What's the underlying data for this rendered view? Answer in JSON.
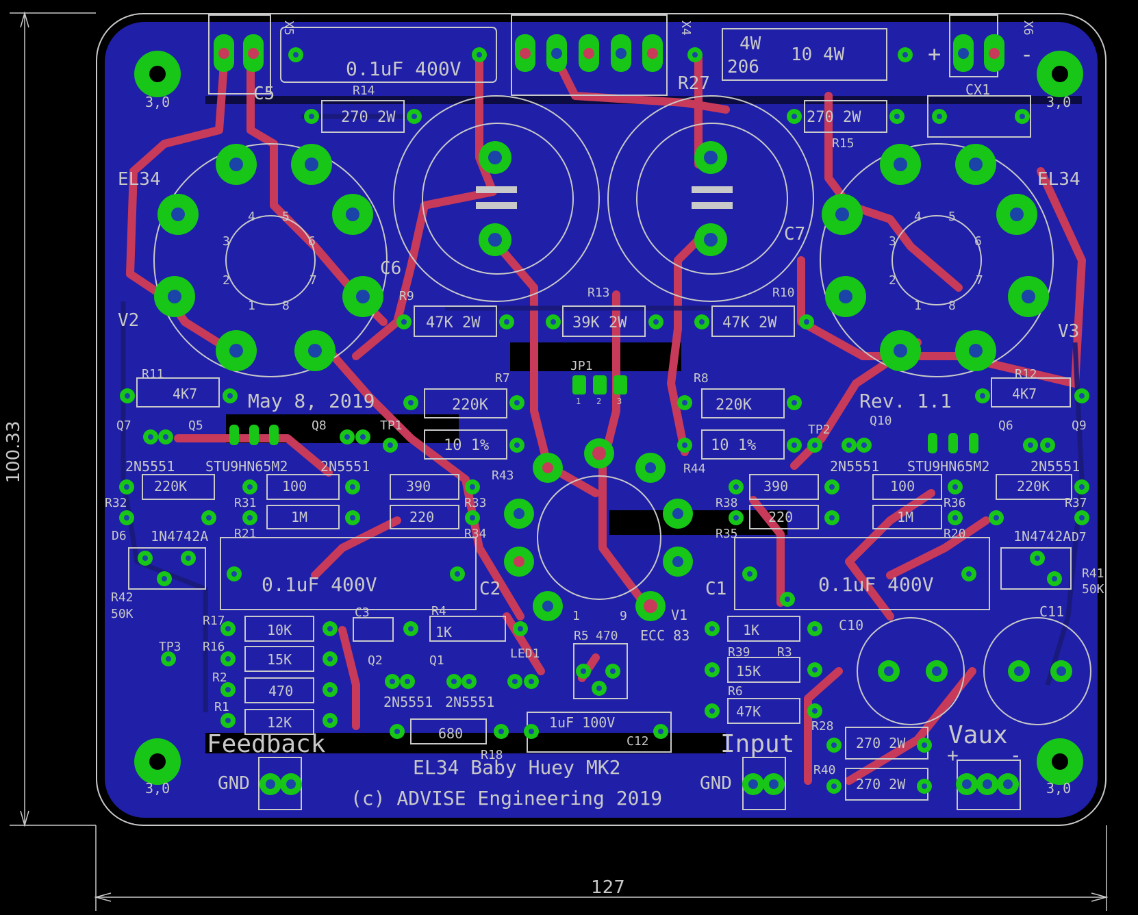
{
  "board": {
    "colors": {
      "background": "#000000",
      "board": "#1f1fa8",
      "trace": "#c83a5a",
      "pad": "#17c617",
      "via": "#1a44a8",
      "silk": "#c9c9c9",
      "dim": "#c9c9c9"
    },
    "dimensions": {
      "width": "127",
      "height": "100.33"
    },
    "titles": {
      "project": "EL34 Baby Huey MK2",
      "copyright": "(c) ADVISE Engineering 2019",
      "date": "May 8, 2019",
      "revision": "Rev. 1.1",
      "feedback": "Feedback",
      "input": "Input",
      "vaux": "Vaux",
      "gnd_left": "GND",
      "gnd_right": "GND",
      "plus": "+",
      "minus": "-"
    },
    "mount_label": "3,0",
    "tubes": {
      "left_type": "EL34",
      "left_ref": "V2",
      "right_type": "EL34",
      "right_ref": "V3",
      "center_ref": "V1",
      "center_type": "ECC 83",
      "pin_numbers": [
        "1",
        "2",
        "3",
        "4",
        "5",
        "6",
        "7",
        "8"
      ],
      "center_pins": [
        "1",
        "9"
      ]
    },
    "capacitors": {
      "c5_value": "0.1uF 400V",
      "c5_ref": "C5",
      "c2_value": "0.1uF 400V",
      "c2_ref": "C2",
      "c1_value": "0.1uF 400V",
      "c1_ref": "C1",
      "c12_value": "1uF 100V",
      "c12_ref": "C12",
      "c6_ref": "C6",
      "c7_ref": "C7",
      "c3_ref": "C3",
      "c10_ref": "C10",
      "c11_ref": "C11",
      "cx1_ref": "CX1"
    },
    "connectors": {
      "x5": "X5",
      "x4": "X4",
      "x6": "X6",
      "jp1": "JP1",
      "jp_pins": [
        "1",
        "2",
        "3"
      ]
    },
    "r27": {
      "ref": "R27",
      "line1": "4W",
      "line2": "206",
      "value": "10 4W"
    },
    "resistors": [
      {
        "ref": "R14",
        "value": "270 2W"
      },
      {
        "ref": "R15",
        "value": "270 2W"
      },
      {
        "ref": "R9",
        "value": "47K 2W"
      },
      {
        "ref": "R13",
        "value": "39K 2W"
      },
      {
        "ref": "R10",
        "value": "47K 2W"
      },
      {
        "ref": "R11",
        "value": "4K7"
      },
      {
        "ref": "R12",
        "value": "4K7"
      },
      {
        "ref": "R7",
        "value": "220K"
      },
      {
        "ref": "R8",
        "value": "220K"
      },
      {
        "ref": "R43",
        "value": "10 1%"
      },
      {
        "ref": "R44",
        "value": "10 1%"
      },
      {
        "ref": "R32",
        "value": "220K"
      },
      {
        "ref": "R31",
        "value": "100"
      },
      {
        "ref": "R33",
        "value": "390"
      },
      {
        "ref": "R21",
        "value": "1M"
      },
      {
        "ref": "R34",
        "value": "220"
      },
      {
        "ref": "R38",
        "value": "390"
      },
      {
        "ref": "R36",
        "value": "100"
      },
      {
        "ref": "R37",
        "value": "220K"
      },
      {
        "ref": "R35",
        "value": "220"
      },
      {
        "ref": "R20",
        "value": "1M"
      },
      {
        "ref": "R17",
        "value": "10K"
      },
      {
        "ref": "R16",
        "value": "15K"
      },
      {
        "ref": "R2",
        "value": "470"
      },
      {
        "ref": "R1",
        "value": "12K"
      },
      {
        "ref": "R4",
        "value": "1K"
      },
      {
        "ref": "R18",
        "value": "680"
      },
      {
        "ref": "R39",
        "value": "1K"
      },
      {
        "ref": "R3",
        "value": "15K"
      },
      {
        "ref": "R6",
        "value": "47K"
      },
      {
        "ref": "R28",
        "value": "270 2W"
      },
      {
        "ref": "R40",
        "value": "270 2W"
      }
    ],
    "semis": {
      "q7": "Q7",
      "q5": "Q5",
      "q8": "Q8",
      "q10": "Q10",
      "q6": "Q6",
      "q9": "Q9",
      "q2": "Q2",
      "q1": "Q1",
      "bjt": "2N5551",
      "mosfet": "STU9HN65M2",
      "d6": "D6",
      "d7": "D7",
      "zener": "1N4742A",
      "led1": "LED1",
      "r5": "R5",
      "r5_value": "470",
      "tp1": "TP1",
      "tp2": "TP2",
      "tp3": "TP3",
      "r42": "R42",
      "r42_value": "50K",
      "r41": "R41",
      "r41_value": "50K"
    }
  }
}
